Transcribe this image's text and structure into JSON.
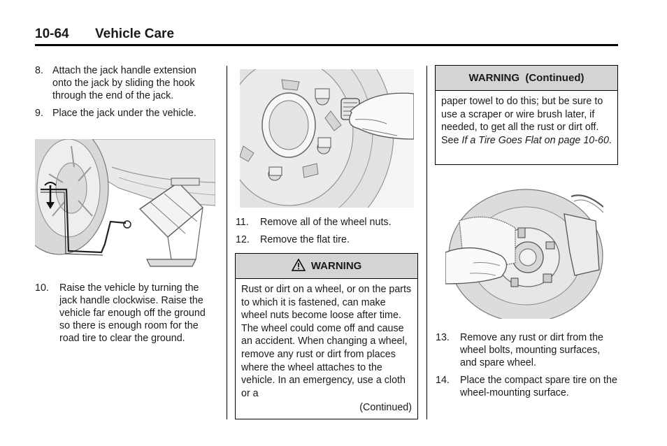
{
  "header": {
    "page_number": "10-64",
    "section_title": "Vehicle Care"
  },
  "col1": {
    "steps": [
      {
        "num": "8.",
        "text": "Attach the jack handle extension onto the jack by sliding the hook through the end of the jack."
      },
      {
        "num": "9.",
        "text": "Place the jack under the vehicle."
      },
      {
        "num": "10.",
        "text": "Raise the vehicle by turning the jack handle clockwise. Raise the vehicle far enough off the ground so there is enough room for the road tire to clear the ground."
      }
    ]
  },
  "col2": {
    "steps": [
      {
        "num": "11.",
        "text": "Remove all of the wheel nuts."
      },
      {
        "num": "12.",
        "text": "Remove the flat tire."
      }
    ],
    "warning": {
      "icon": "warning-triangle-icon",
      "title": "WARNING",
      "body": "Rust or dirt on a wheel, or on the parts to which it is fastened, can make wheel nuts become loose after time. The wheel could come off and cause an accident. When changing a wheel, remove any rust or dirt from places where the wheel attaches to the vehicle. In an emergency, use a cloth or a",
      "continued": "(Continued)"
    }
  },
  "col3": {
    "warning": {
      "title": "WARNING  (Continued)",
      "body": "paper towel to do this; but be sure to use a scraper or wire brush later, if needed, to get all the rust or dirt off. See ",
      "ref": "If a Tire Goes Flat on page 10-60",
      "end": "."
    },
    "steps": [
      {
        "num": "13.",
        "text": "Remove any rust or dirt from the wheel bolts, mounting surfaces, and spare wheel."
      },
      {
        "num": "14.",
        "text": "Place the compact spare tire on the wheel-mounting surface."
      }
    ]
  }
}
